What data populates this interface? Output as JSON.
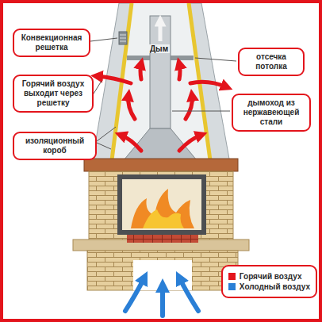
{
  "diagram": {
    "nodes": [
      {
        "text": [
          "Конвекционная решетка"
        ]
      },
      {
        "text": [
          "отсечка потолка"
        ]
      },
      {
        "text": [
          "Горячий воздух выходит через решетку"
        ]
      },
      {
        "text": [
          "дымоход из нержавеющей стали"
        ]
      },
      {
        "text": [
          "изоляционный короб"
        ]
      }
    ],
    "labels": [
      "Дым"
    ],
    "legend": [
      {
        "text": "Горячий воздух",
        "color": "#e3141c"
      },
      {
        "text": "Холодный воздух",
        "color": "#2a7fd6"
      }
    ]
  }
}
